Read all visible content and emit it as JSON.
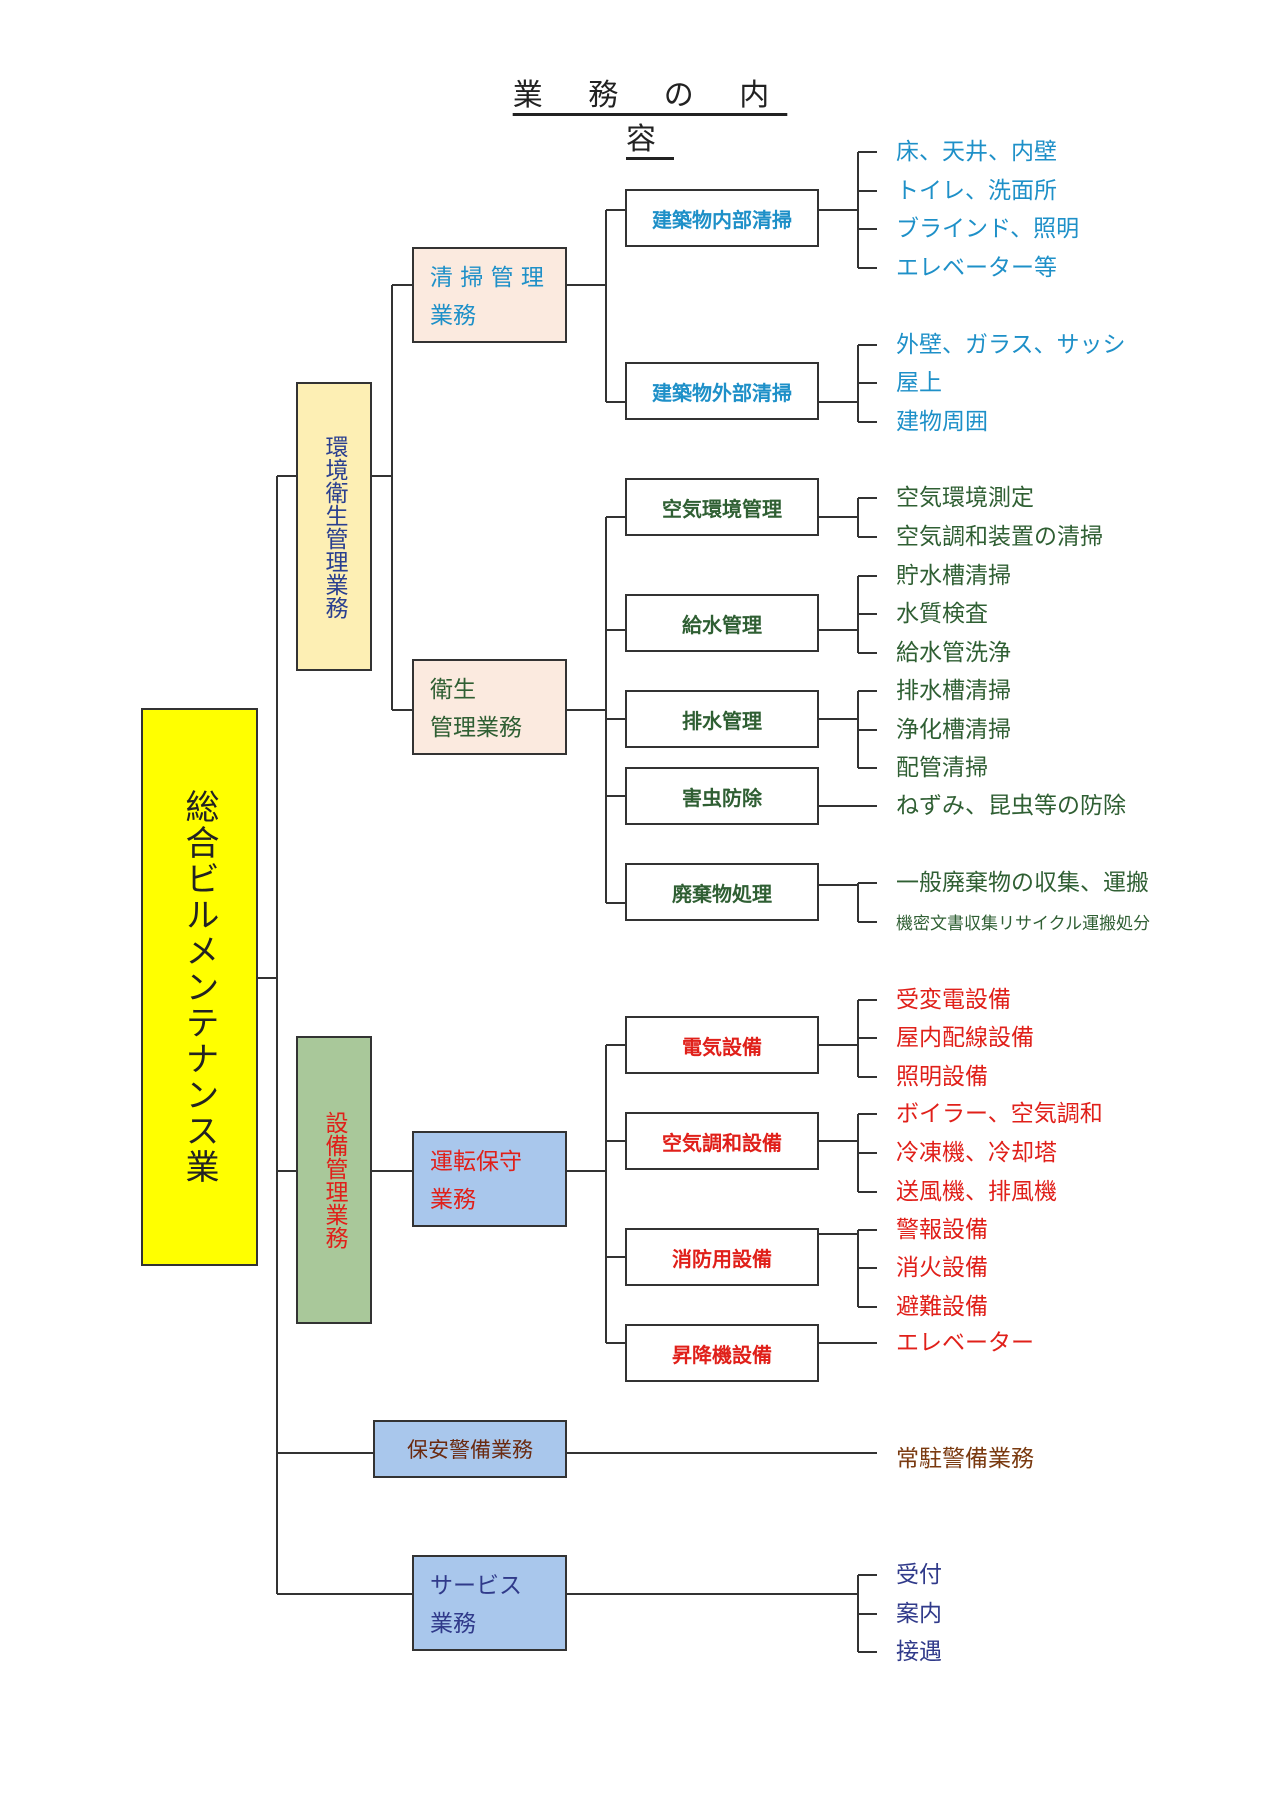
{
  "title": "業 務 の 内 容",
  "root": "総合ビルメンテナンス業",
  "categories": {
    "environment": "環境衛生管理業務",
    "facility": "設備管理業務",
    "security": "保安警備業務",
    "service": "サービス業務"
  },
  "subcategories": {
    "cleaning": "清 掃 管 理 業務",
    "hygiene": "衛生 管理業務",
    "operation": "運転保守 業務"
  },
  "service_label": {
    "line1": "サービス",
    "line2": "業務"
  },
  "cleaning_label": {
    "line1": "清 掃 管 理",
    "line2": "業務"
  },
  "hygiene_label": {
    "line1": "衛生",
    "line2": "管理業務"
  },
  "operation_label": {
    "line1": "運転保守",
    "line2": "業務"
  },
  "groups": {
    "interior_cleaning": {
      "label": "建築物内部清掃",
      "items": [
        "床、天井、内壁",
        "トイレ、洗面所",
        "ブラインド、照明",
        "エレベーター等"
      ]
    },
    "exterior_cleaning": {
      "label": "建築物外部清掃",
      "items": [
        "外壁、ガラス、サッシ",
        "屋上",
        "建物周囲"
      ]
    },
    "air_env": {
      "label": "空気環境管理",
      "items": [
        "空気環境測定",
        "空気調和装置の清掃"
      ]
    },
    "water_supply": {
      "label": "給水管理",
      "items": [
        "貯水槽清掃",
        "水質検査",
        "給水管洗浄"
      ]
    },
    "drainage": {
      "label": "排水管理",
      "items": [
        "排水槽清掃",
        "浄化槽清掃",
        "配管清掃"
      ]
    },
    "pest": {
      "label": "害虫防除",
      "items": [
        "ねずみ、昆虫等の防除"
      ]
    },
    "waste": {
      "label": "廃棄物処理",
      "items": [
        "一般廃棄物の収集、運搬",
        "機密文書収集リサイクル運搬処分"
      ]
    },
    "electric": {
      "label": "電気設備",
      "items": [
        "受変電設備",
        "屋内配線設備",
        "照明設備"
      ]
    },
    "hvac": {
      "label": "空気調和設備",
      "items": [
        "ボイラー、空気調和",
        "冷凍機、冷却塔",
        "送風機、排風機"
      ]
    },
    "fire": {
      "label": "消防用設備",
      "items": [
        "警報設備",
        "消火設備",
        "避難設備"
      ]
    },
    "elevator": {
      "label": "昇降機設備",
      "items": [
        "エレベーター"
      ]
    },
    "guard": {
      "items": [
        "常駐警備業務"
      ]
    },
    "service": {
      "items": [
        "受付",
        "案内",
        "接遇"
      ]
    }
  },
  "colors": {
    "root_fill": "#ffff00",
    "environment_fill": "#fdefb4",
    "facility_fill": "#a9c89a",
    "cleaning_fill": "#fbeadf",
    "blue_fill": "#a9c7ec",
    "blue_text": "#1e90c8",
    "green_text": "#2f5f33",
    "red_text": "#e0201a"
  }
}
